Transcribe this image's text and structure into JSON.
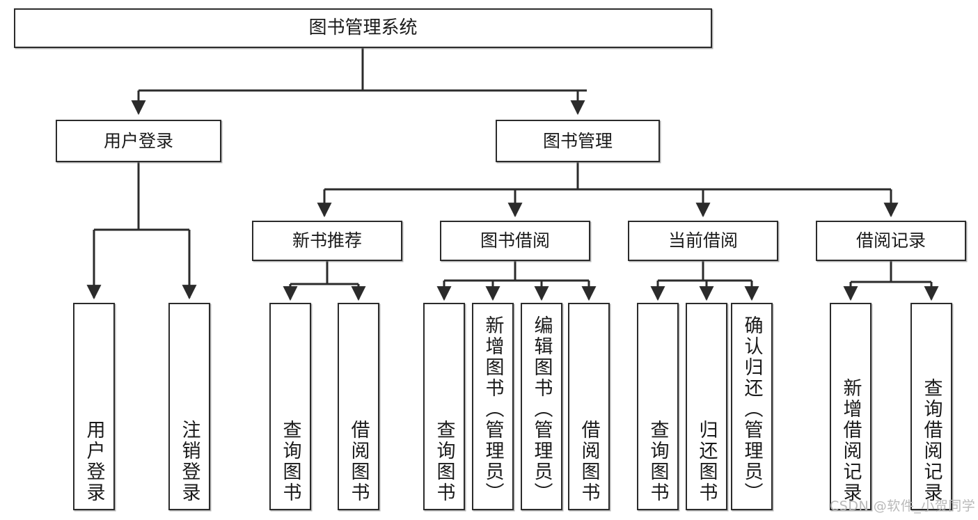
{
  "diagram": {
    "title": "图书管理系统",
    "type": "hierarchy-tree",
    "root": {
      "label": "图书管理系统"
    },
    "level1": [
      {
        "label": "用户登录"
      },
      {
        "label": "图书管理"
      }
    ],
    "level2": [
      {
        "label": "新书推荐",
        "parent": "图书管理"
      },
      {
        "label": "图书借阅",
        "parent": "图书管理"
      },
      {
        "label": "当前借阅",
        "parent": "图书管理"
      },
      {
        "label": "借阅记录",
        "parent": "图书管理"
      }
    ],
    "leaves": {
      "user_login": [
        {
          "label": "用户登录"
        },
        {
          "label": "注销登录"
        }
      ],
      "new_book_recommend": [
        {
          "label": "查询图书"
        },
        {
          "label": "借阅图书"
        }
      ],
      "book_borrow": [
        {
          "label": "查询图书"
        },
        {
          "label": "新增图书（管理员）"
        },
        {
          "label": "编辑图书（管理员）"
        },
        {
          "label": "借阅图书"
        }
      ],
      "current_borrow": [
        {
          "label": "查询图书"
        },
        {
          "label": "归还图书"
        },
        {
          "label": "确认归还（管理员）"
        }
      ],
      "borrow_record": [
        {
          "label": "新增借阅记录"
        },
        {
          "label": "查询借阅记录"
        }
      ]
    }
  },
  "watermark": {
    "text": "CSDN @软件_小贺同学"
  },
  "colors": {
    "stroke": "#2b2b2b",
    "background": "#ffffff",
    "text": "#1a1a1a",
    "watermark": "#b9b9b9"
  }
}
